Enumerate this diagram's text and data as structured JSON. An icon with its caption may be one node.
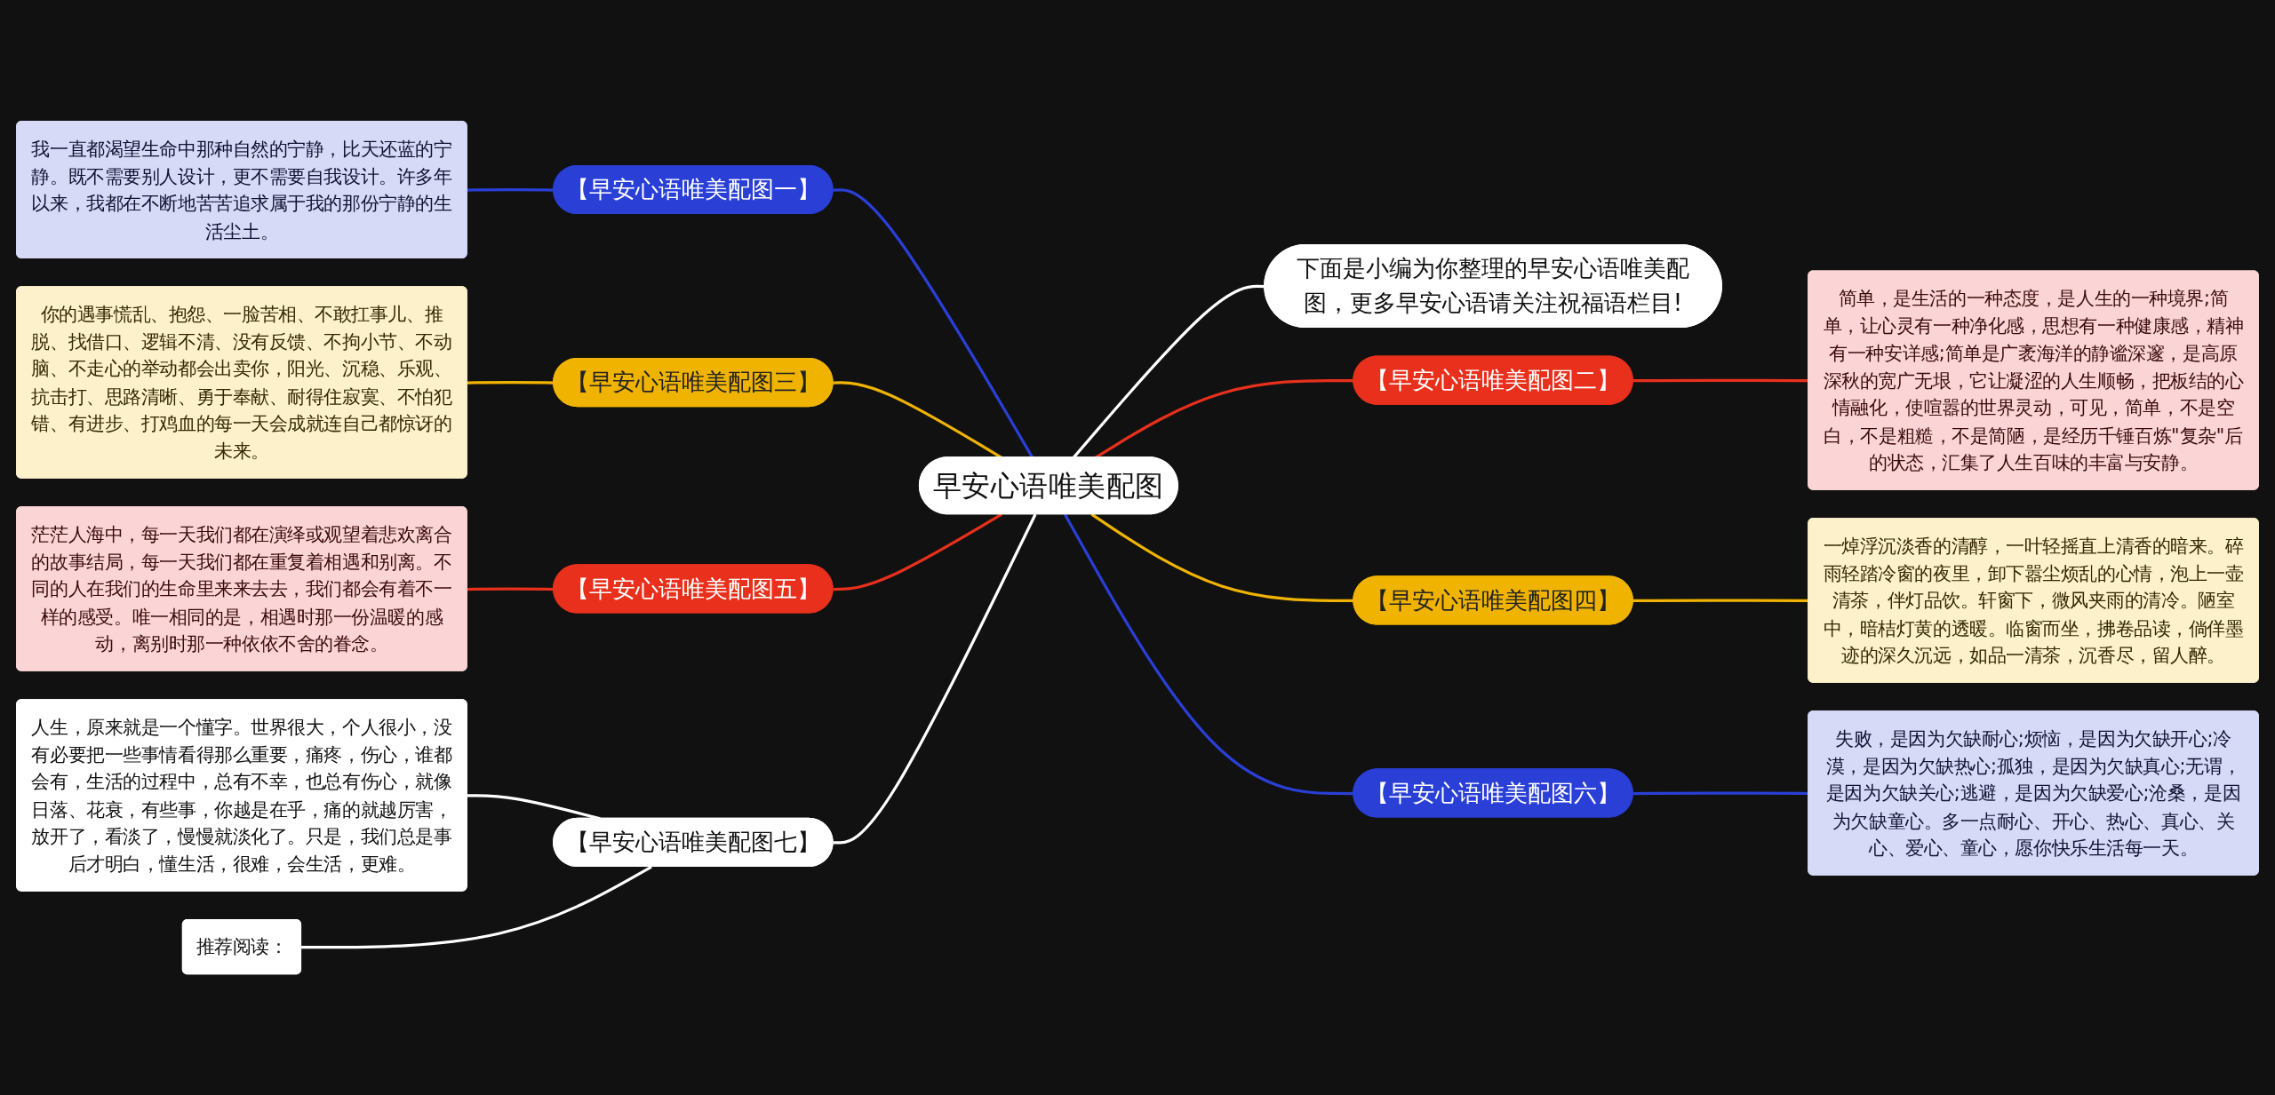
{
  "diagram": {
    "nodes": [
      {
        "text": [
          "早安心语唯美配图"
        ]
      },
      {
        "text": [
          "【早安心语唯美配图一】"
        ]
      },
      {
        "text": [
          "我一直都渴望生命中那种自然的宁静，比天还蓝的宁静。既不需要别人设计，更不需要自我设计。许多年以来，我都在不断地苦苦追求属于我的那份宁静的生活尘土。"
        ]
      },
      {
        "text": [
          "【早安心语唯美配图三】"
        ]
      },
      {
        "text": [
          "你的遇事慌乱、抱怨、一脸苦相、不敢扛事儿、推脱、找借口、逻辑不清、没有反馈、不拘小节、不动脑、不走心的举动都会出卖你，阳光、沉稳、乐观、抗击打、思路清晰、勇于奉献、耐得住寂寞、不怕犯错、有进步、打鸡血的每一天会成就连自己都惊讶的未来。"
        ]
      },
      {
        "text": [
          "【早安心语唯美配图五】"
        ]
      },
      {
        "text": [
          "茫茫人海中，每一天我们都在演绎或观望着悲欢离合的故事结局，每一天我们都在重复着相遇和别离。不同的人在我们的生命里来来去去，我们都会有着不一样的感受。唯一相同的是，相遇时那一份温暖的感动，离别时那一种依依不舍的眷念。"
        ]
      },
      {
        "text": [
          "【早安心语唯美配图七】"
        ]
      },
      {
        "text": [
          "人生，原来就是一个懂字。世界很大，个人很小，没有必要把一些事情看得那么重要，痛疼，伤心，谁都会有，生活的过程中，总有不幸，也总有伤心，就像日落、花衰，有些事，你越是在乎，痛的就越厉害，放开了，看淡了，慢慢就淡化了。只是，我们总是事后才明白，懂生活，很难，会生活，更难。"
        ]
      },
      {
        "text": [
          "推荐阅读："
        ]
      },
      {
        "text": [
          "下面是小编为你整理的早安心语唯美配图，更多早安心语请关注祝福语栏目!"
        ]
      },
      {
        "text": [
          "【早安心语唯美配图二】"
        ]
      },
      {
        "text": [
          "简单，是生活的一种态度，是人生的一种境界;简单，让心灵有一种净化感，思想有一种健康感，精神有一种安详感;简单是广袤海洋的静谧深邃，是高原深秋的宽广无垠，它让凝涩的人生顺畅，把板结的心情融化，使喧嚣的世界灵动，可见，简单，不是空白，不是粗糙，不是简陋，是经历千锤百炼\"复杂\"后的状态，汇集了人生百味的丰富与安静。"
        ]
      },
      {
        "text": [
          "【早安心语唯美配图四】"
        ]
      },
      {
        "text": [
          "一焯浮沉淡香的清醇，一叶轻摇直上清香的暗来。碎雨轻踏冷窗的夜里，卸下嚣尘烦乱的心情，泡上一壶清茶，伴灯品饮。轩窗下，微风夹雨的清冷。陋室中，暗桔灯黄的透暖。临窗而坐，拂卷品读，倘佯墨迹的深久沉远，如品一清茶，沉香尽，留人醉。"
        ]
      },
      {
        "text": [
          "【早安心语唯美配图六】"
        ]
      },
      {
        "text": [
          "失败，是因为欠缺耐心;烦恼，是因为欠缺开心;冷漠，是因为欠缺热心;孤独，是因为欠缺真心;无谓，是因为欠缺关心;逃避，是因为欠缺爱心;沧桑，是因为欠缺童心。多一点耐心、开心、热心、真心、关心、爱心、童心，愿你快乐生活每一天。"
        ]
      }
    ],
    "edges": [
      {
        "from": 2,
        "to": 1,
        "arrow": "none",
        "color": "#2a3fd6"
      },
      {
        "from": 1,
        "to": 0,
        "arrow": "none",
        "color": "#2a3fd6"
      },
      {
        "from": 4,
        "to": 3,
        "arrow": "none",
        "color": "#f0b400"
      },
      {
        "from": 3,
        "to": 0,
        "arrow": "none",
        "color": "#f0b400"
      },
      {
        "from": 6,
        "to": 5,
        "arrow": "none",
        "color": "#e8301c"
      },
      {
        "from": 5,
        "to": 0,
        "arrow": "none",
        "color": "#e8301c"
      },
      {
        "from": 8,
        "to": 7,
        "arrow": "none",
        "color": "#ffffff"
      },
      {
        "from": 9,
        "to": 7,
        "arrow": "none",
        "color": "#ffffff"
      },
      {
        "from": 7,
        "to": 0,
        "arrow": "none",
        "color": "#ffffff"
      },
      {
        "from": 0,
        "to": 10,
        "arrow": "none",
        "color": "#ffffff"
      },
      {
        "from": 0,
        "to": 11,
        "arrow": "none",
        "color": "#e8301c"
      },
      {
        "from": 11,
        "to": 12,
        "arrow": "none",
        "color": "#e8301c"
      },
      {
        "from": 0,
        "to": 13,
        "arrow": "none",
        "color": "#f0b400"
      },
      {
        "from": 13,
        "to": 14,
        "arrow": "none",
        "color": "#f0b400"
      },
      {
        "from": 0,
        "to": 15,
        "arrow": "none",
        "color": "#2a3fd6"
      },
      {
        "from": 15,
        "to": 16,
        "arrow": "none",
        "color": "#2a3fd6"
      }
    ]
  }
}
